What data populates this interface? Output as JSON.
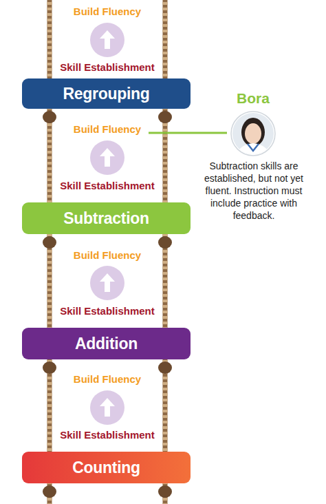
{
  "diagram": {
    "nodes": [
      {
        "text": [
          "Regrouping"
        ]
      },
      {
        "text": [
          "Subtraction"
        ]
      },
      {
        "text": [
          "Addition"
        ]
      },
      {
        "text": [
          "Counting"
        ]
      }
    ],
    "labels": [
      "Build Fluency",
      "Skill Establishment",
      "Build Fluency",
      "Bora",
      "Subtraction skills are established, but not yet fluent. Instruction must include practice with feedback.",
      "Skill Establishment",
      "Build Fluency",
      "Skill Establishment",
      "Build Fluency",
      "Skill Establishment"
    ]
  }
}
